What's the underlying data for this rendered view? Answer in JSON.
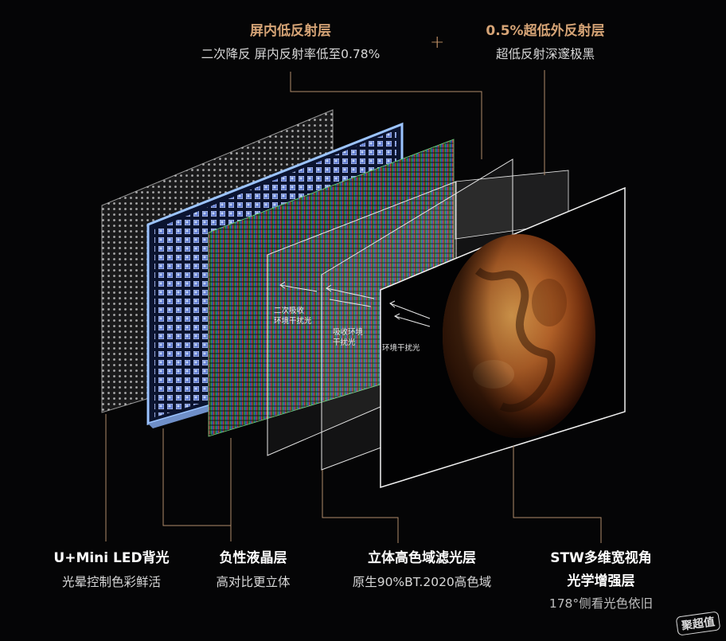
{
  "top_labels": [
    {
      "title": "屏内低反射层",
      "subtitle": "二次降反 屏内反射率低至0.78%"
    },
    {
      "title": "0.5%超低外反射层",
      "subtitle": "超低反射深邃极黑"
    }
  ],
  "plus_symbol": "+",
  "bottom_labels": [
    {
      "title": "U+Mini LED背光",
      "subtitle": "光晕控制色彩鲜活"
    },
    {
      "title": "负性液晶层",
      "subtitle": "高对比更立体"
    },
    {
      "title": "立体高色域滤光层",
      "subtitle": "原生90%BT.2020高色域"
    },
    {
      "title": "STW多维宽视角",
      "title2": "光学增强层",
      "subtitle": "178°侧看光色依旧"
    }
  ],
  "annotations": [
    {
      "line1": "二次吸收",
      "line2": "环境干扰光"
    },
    {
      "line1": "吸收环境",
      "line2": "干扰光"
    },
    {
      "line1": "环境干扰光"
    }
  ],
  "watermark": "聚超值",
  "colors": {
    "accent": "#d6a476",
    "background": "#050506",
    "leader_line": "#b08a6a"
  }
}
